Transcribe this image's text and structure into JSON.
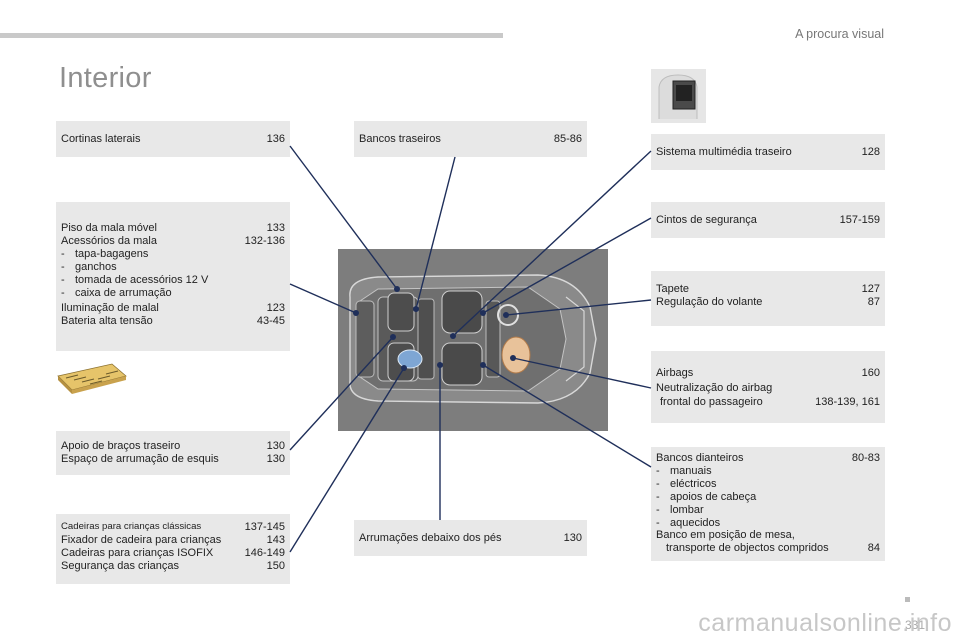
{
  "header": {
    "title": "A procura visual"
  },
  "page_title": "Interior",
  "boxes": {
    "cortinas": {
      "label": "Cortinas laterais",
      "page": "136"
    },
    "piso": {
      "rows": [
        {
          "label": "Piso da mala móvel",
          "page": "133"
        },
        {
          "label": "Acessórios da mala",
          "page": "132-136"
        }
      ],
      "subs": [
        "tapa-bagagens",
        "ganchos",
        "tomada de acessórios 12 V",
        "caixa de arrumação"
      ],
      "rows2": [
        {
          "label": "Iluminação de malal",
          "page": "123"
        },
        {
          "label": "Bateria alta tensão",
          "page": "43-45"
        }
      ]
    },
    "apoio": {
      "rows": [
        {
          "label": "Apoio de braços traseiro",
          "page": "130"
        },
        {
          "label": "Espaço de arrumação de esquis",
          "page": "130"
        }
      ]
    },
    "cadeiras": {
      "rows": [
        {
          "label": "Cadeiras para crianças clássicas",
          "page": "137-145"
        },
        {
          "label": "Fixador de cadeira para crianças",
          "page": "143"
        },
        {
          "label": "Cadeiras para crianças ISOFIX",
          "page": "146-149"
        },
        {
          "label": "Segurança das crianças",
          "page": "150"
        }
      ]
    },
    "bancos_traseiros": {
      "label": "Bancos traseiros",
      "page": "85-86"
    },
    "arrumacoes": {
      "label": "Arrumações debaixo dos pés",
      "page": "130"
    },
    "multimedia": {
      "label": "Sistema multimédia traseiro",
      "page": "128"
    },
    "cintos": {
      "label": "Cintos de segurança",
      "page": "157-159"
    },
    "tapete": {
      "rows": [
        {
          "label": "Tapete",
          "page": "127"
        },
        {
          "label": "Regulação do volante",
          "page": "87"
        }
      ]
    },
    "airbags": {
      "rows": [
        {
          "label": "Airbags",
          "page": "160"
        },
        {
          "label": "Neutralização do airbag",
          "page": ""
        },
        {
          "label": "frontal do passageiro",
          "page": "138-139, 161"
        }
      ]
    },
    "dianteiros": {
      "head": {
        "label": "Bancos dianteiros",
        "page": "80-83"
      },
      "subs": [
        "manuais",
        "eléctricos",
        "apoios de cabeça",
        "lombar",
        "aquecidos"
      ],
      "tail1": "Banco em posição de mesa,",
      "tail2": {
        "label": "transporte de objectos compridos",
        "page": "84"
      }
    }
  },
  "footer": {
    "page": "331"
  },
  "watermark": "carmanualsonline.info",
  "colors": {
    "line": "#1f2f5a",
    "box": "#e8e8e8",
    "car_bg": "#7d7d7d"
  }
}
